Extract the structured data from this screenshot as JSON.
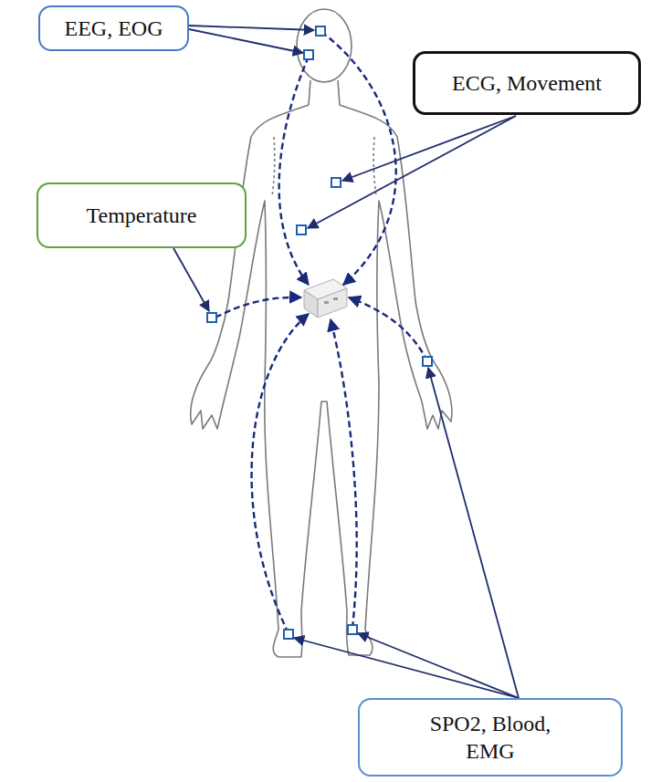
{
  "diagram": {
    "nodes": [
      {
        "text": [
          "EEG, EOG"
        ]
      },
      {
        "text": [
          "ECG, Movement"
        ]
      },
      {
        "text": [
          "Temperature"
        ]
      },
      {
        "text": [
          "SPO2, Blood, EMG"
        ]
      }
    ]
  }
}
